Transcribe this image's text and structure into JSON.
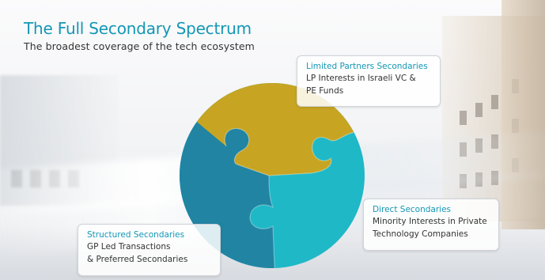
{
  "header": {
    "title": "The Full Secondary Spectrum",
    "subtitle": "The broadest coverage of the tech ecosystem"
  },
  "callouts": {
    "lp": {
      "heading": "Limited Partners Secondaries",
      "lines": [
        "LP Interests in Israeli VC &",
        "PE Funds"
      ]
    },
    "direct": {
      "heading": "Direct Secondaries",
      "lines": [
        "Minority Interests in Private",
        "Technology Companies"
      ]
    },
    "structured": {
      "heading": "Structured Secondaries",
      "lines": [
        "GP Led Transactions",
        "& Preferred Secondaries"
      ]
    }
  },
  "colors": {
    "accent": "#1497b5",
    "puzzle_gold": "#c7a523",
    "puzzle_teal": "#1fb8c7",
    "puzzle_blue": "#2184a3"
  }
}
